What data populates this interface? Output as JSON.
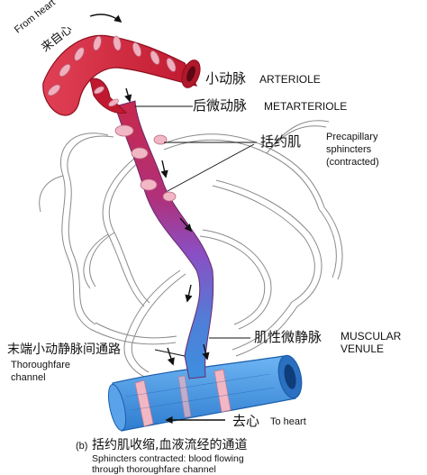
{
  "labels": {
    "from_heart_en": "From heart",
    "from_heart_zh": "来自心",
    "arteriole_zh": "小动脉",
    "arteriole_en": "ARTERIOLE",
    "metarteriole_zh": "后微动脉",
    "metarteriole_en": "METARTERIOLE",
    "sphincter_zh": "括约肌",
    "sphincter_en_line1": "Precapillary",
    "sphincter_en_line2": "sphincters",
    "sphincter_en_line3": "(contracted)",
    "thoroughfare_zh": "末端小动静脉间通路",
    "thoroughfare_en_line1": "Thoroughfare",
    "thoroughfare_en_line2": "channel",
    "venule_zh": "肌性微静脉",
    "venule_en_line1": "MUSCULAR",
    "venule_en_line2": "VENULE",
    "to_heart_zh": "去心",
    "to_heart_en": "To heart"
  },
  "caption": {
    "prefix": "(b)",
    "zh": "括约肌收缩,血液流经的通道",
    "en_line1": "Sphincters contracted: blood flowing",
    "en_line2": "through thoroughfare channel"
  },
  "colors": {
    "arteriole_red": "#d8283e",
    "arteriole_dark": "#8e0f1f",
    "channel_purple": "#8a4fc4",
    "venule_blue": "#3d8fe0",
    "venule_dark": "#1b5eaa",
    "smooth_muscle_pink": "#f2b7c4",
    "capillary_line": "#8a8a8a"
  }
}
